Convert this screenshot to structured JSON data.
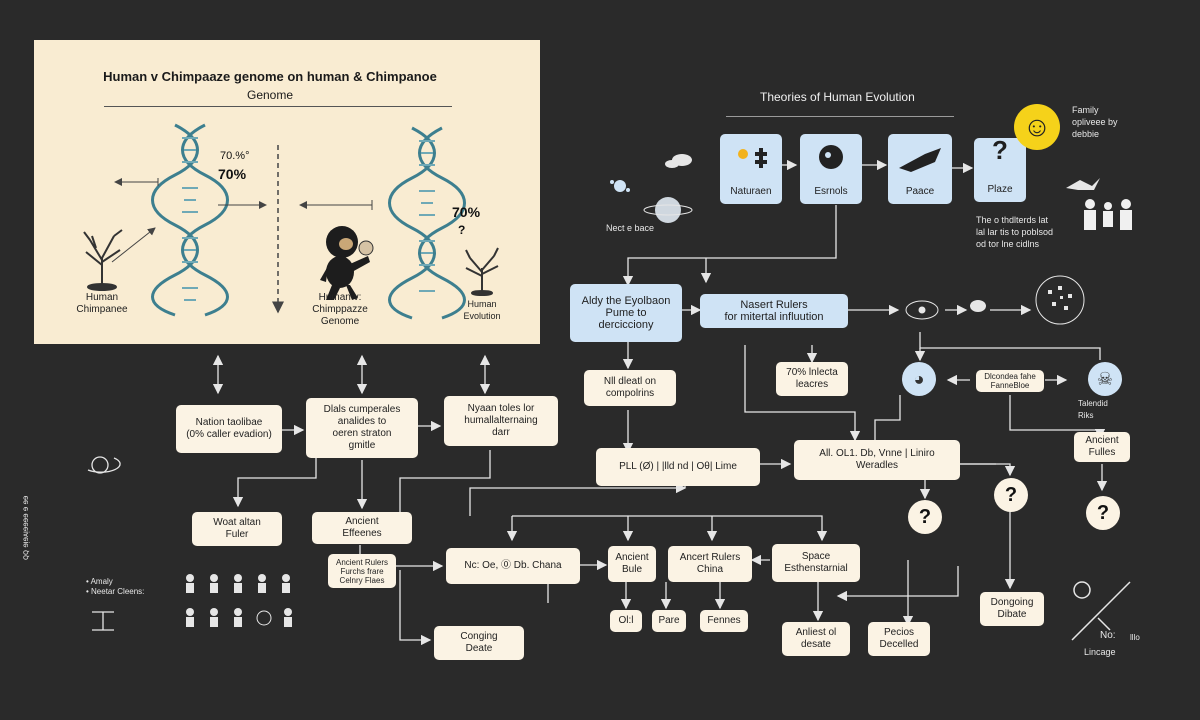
{
  "panel": {
    "title_line1": "Human v Chimpaaze genome on human & Chimpanoe",
    "title_line2": "Genome",
    "pct_top_a": "70.%°",
    "pct_top_b": "70%",
    "pct_right": "70%",
    "pct_right_q": "?",
    "label_left": "Human\nChimpanee",
    "label_mid": "Human v:\nChimppazze\nGenome",
    "label_right": "Human\nEvolution"
  },
  "left_nodes": {
    "n1": "Nation taolibae\n(0% caller evadion)",
    "n2": "Dlals cumperales\nanalides to\noeren straton\ngmitle",
    "n3": "Nyaan toles lor\nhumallalternaing\ndarr",
    "n4": "Woat altan\nFuler",
    "n5": "Ancient\nEffeenes",
    "n6": "Ancient Rulers\nFurchs frare\nCelnry Flaes",
    "n7": "Nc: Oe, ⓪ Db. Chana",
    "n8": "Conging\nDeate"
  },
  "side_legend": {
    "item1": "• Amaly",
    "item2": "• Neetar Cleens:",
    "vertical": "ꞯꞯ ɘᴉɘᴀᴉɘɘɘɘ ɘ ɘɘ"
  },
  "theories": {
    "title": "Theories of Human Evolution",
    "boxes": [
      "Naturaen",
      "Esrnols",
      "Paace",
      "Plaze"
    ],
    "family": "Family\nopliveee by\ndebbie",
    "note": "The o thdlterds lat\nlal lar tis to poblsod\nod tor lne cidlns",
    "nect": "Nect e bace"
  },
  "mid_nodes": {
    "evolution": "Aldy the Eyolbaon\nPume to\ndercicciony",
    "insert": "Nasert Rulers\nfor mitertal influution",
    "nil": "Nll dleatl on\ncompolrins",
    "pct_box": "70% lnlecta\nleacres",
    "pll": "PLL (Ø) | |lld nd | Oθ| Lime",
    "all": "All. OL1. Db, Vnne  |  Liniro\nWeradles",
    "ancient_bo": "Ancient\nBule",
    "ancient_ch": "Ancert Rulers\nChina",
    "space": "Space\nEsthenstarnial",
    "ol": "Ol:l",
    "pare": "Pare",
    "fennes": "Fennes",
    "anliest": "Anliest ol\ndesate",
    "pecios": "Pecios\nDecelled",
    "dicondea": "Dlcondea fahe\nFanneBloe",
    "talendid": "Talendid\nRiks",
    "ancient_fu": "Ancient\nFulles",
    "ongoing": "Dongoing\nDibate",
    "no": "No:",
    "lincage": "Lincage",
    "lllo": "lllo"
  },
  "question": "?",
  "colors": {
    "background": "#2a2a2a",
    "panel": "#f9ecd2",
    "node": "#fbf3e4",
    "blue": "#cfe3f5",
    "teal": "#3d7f8f",
    "smile": "#f5d21a"
  }
}
